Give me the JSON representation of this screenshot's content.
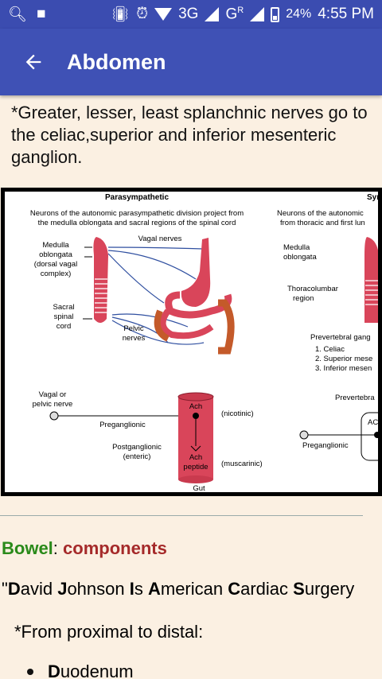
{
  "status_bar": {
    "signal_text": "3G",
    "signal_text2": "G",
    "signal_sup": "R",
    "battery": "24%",
    "time": "4:55 PM"
  },
  "app_bar": {
    "title": "Abdomen"
  },
  "intro_text": "*Greater, lesser, least splanchnic nerves go to the celiac,superior and inferior mesenteric ganglion.",
  "figure": {
    "parasym_title": "Parasympathetic",
    "parasym_desc_1": "Neurons of the autonomic parasympathetic division project from",
    "parasym_desc_2": "the medulla oblongata and sacral regions of the spinal cord",
    "sym_title": "Sym",
    "sym_desc_1": "Neurons of the autonomic",
    "sym_desc_2": "from thoracic and first lun",
    "medulla_1": "Medulla",
    "medulla_2": "oblongata",
    "medulla_3": "(dorsal vagal",
    "medulla_4": "complex)",
    "vagal_nerves": "Vagal nerves",
    "sacral_1": "Sacral",
    "sacral_2": "spinal",
    "sacral_3": "cord",
    "pelvic_1": "Pelvic",
    "pelvic_2": "nerves",
    "sym_medulla_1": "Medulla",
    "sym_medulla_2": "oblongata",
    "thoraco_1": "Thoracolumbar",
    "thoraco_2": "region",
    "prevert": "Prevertebral gang",
    "celiac": "1. Celiac",
    "superior": "2. Superior mese",
    "inferior": "3. Inferior mesen",
    "vagal_or_1": "Vagal or",
    "vagal_or_2": "pelvic nerve",
    "preganglionic": "Preganglionic",
    "postganglionic_1": "Postganglionic",
    "postganglionic_2": "(enteric)",
    "ach_top": "Ach",
    "ach_bottom": "Ach",
    "peptide": "peptide",
    "nicotinic": "(nicotinic)",
    "muscarinic": "(muscarinic)",
    "gut": "Gut",
    "prevert2": "Prevertebra",
    "preganglionic2": "Preganglionic",
    "ach_right": "ACI"
  },
  "bowel": {
    "label": "Bowel",
    "sep": ": ",
    "components": "components"
  },
  "mnemonic": [
    {
      "b": "D",
      "r": "avid "
    },
    {
      "b": "J",
      "r": "ohnson "
    },
    {
      "b": "I",
      "r": "s "
    },
    {
      "b": "A",
      "r": "merican "
    },
    {
      "b": "C",
      "r": "ardiac "
    },
    {
      "b": "S",
      "r": "urgery"
    }
  ],
  "mnemonic_quote": "\"",
  "proximal_text": "*From proximal to distal:",
  "list": [
    {
      "b": "D",
      "r": "uodenum"
    }
  ]
}
